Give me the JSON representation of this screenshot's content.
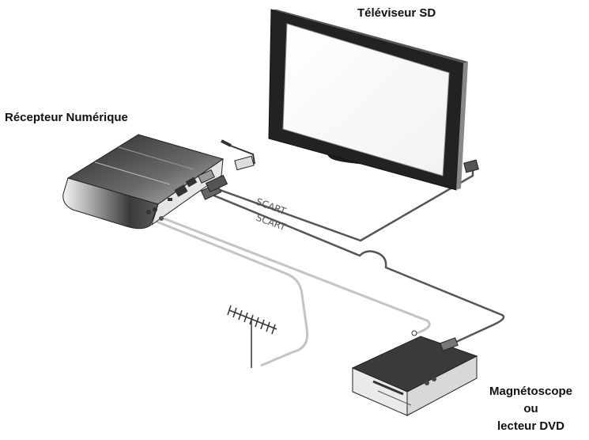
{
  "labels": {
    "tv": "Téléviseur SD",
    "receiver": "Récepteur Numérique",
    "vcr_line1": "Magnétoscope",
    "vcr_line2": "ou",
    "vcr_line3": "lecteur DVD"
  },
  "cables": {
    "scart_1": "SCART",
    "scart_2": "SCART"
  },
  "colors": {
    "device_dark": "#3a3a3a",
    "device_light": "#e8e8e8",
    "cable_dark": "#555555",
    "cable_light": "#c4c4c4"
  }
}
